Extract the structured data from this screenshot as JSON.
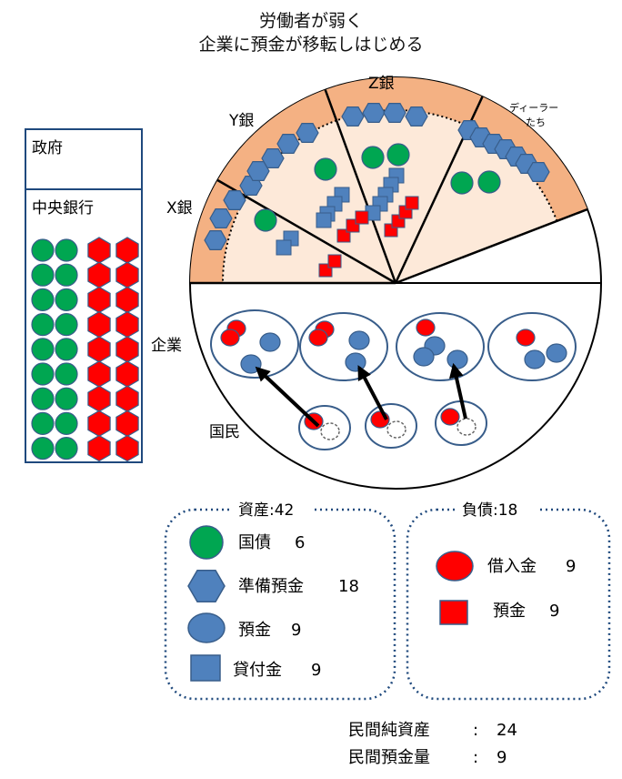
{
  "title": [
    "労働者が弱く",
    "企業に預金が移転しはじめる"
  ],
  "government": {
    "label": "政府"
  },
  "central_bank": {
    "label": "中央銀行"
  },
  "banks": {
    "x": "X銀",
    "y": "Y銀",
    "z": "Z銀",
    "dealers": [
      "ディーラー",
      "たち"
    ]
  },
  "sectors": {
    "companies": "企業",
    "citizens": "国民"
  },
  "assets": {
    "header": "資産:42",
    "items": [
      {
        "icon": "green-circle-icon",
        "label": "国債",
        "value": "6"
      },
      {
        "icon": "blue-hexagon-icon",
        "label": "準備預金",
        "value": "18"
      },
      {
        "icon": "blue-circle-icon",
        "label": "預金",
        "value": "9"
      },
      {
        "icon": "blue-square-icon",
        "label": "貸付金",
        "value": "9"
      }
    ]
  },
  "liabilities": {
    "header": "負債:18",
    "items": [
      {
        "icon": "red-circle-icon",
        "label": "借入金",
        "value": "9"
      },
      {
        "icon": "red-square-icon",
        "label": "預金",
        "value": "9"
      }
    ]
  },
  "summary": [
    {
      "label": "民間純資産",
      "sep": ":",
      "value": "24"
    },
    {
      "label": "民間預金量",
      "sep": ":",
      "value": "9"
    }
  ],
  "colors": {
    "green": "#00a651",
    "red": "#ff0000",
    "blue": "#4f81bd",
    "outline": "#385d8a",
    "ring": "#f4b183",
    "fill": "#fde9d9",
    "box": "#1f497d"
  }
}
